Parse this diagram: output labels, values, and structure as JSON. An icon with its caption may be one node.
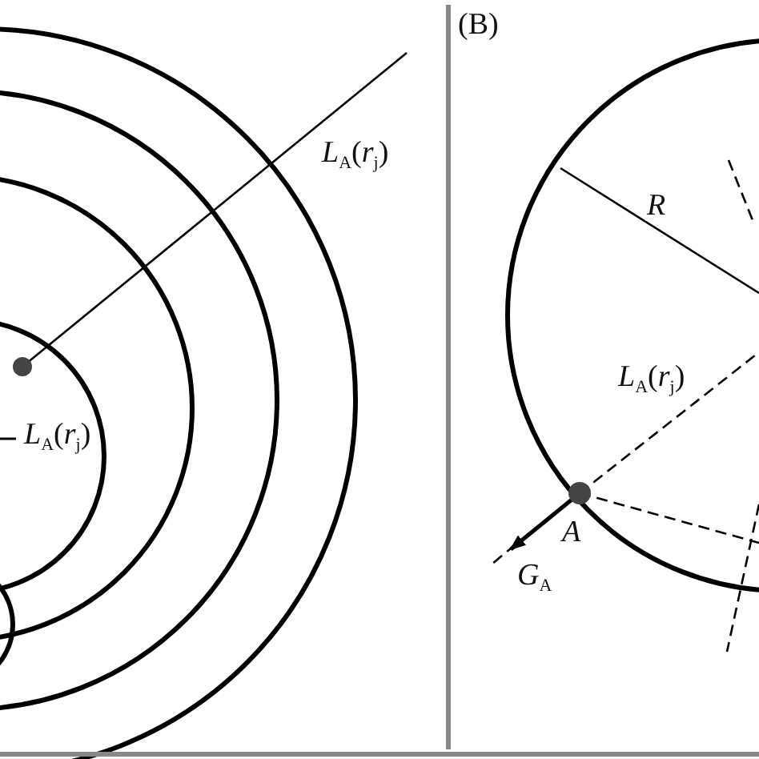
{
  "diagram": {
    "labels": [
      "*L*$_{A}$(*r*$_{j}$)",
      "(B)",
      "*R*",
      "*L*$_{A}$(*r*$_{j}$)",
      "*L*$_{A}$(*r*$_{j}$)",
      "*A*",
      "*G*$_{A}$"
    ]
  }
}
